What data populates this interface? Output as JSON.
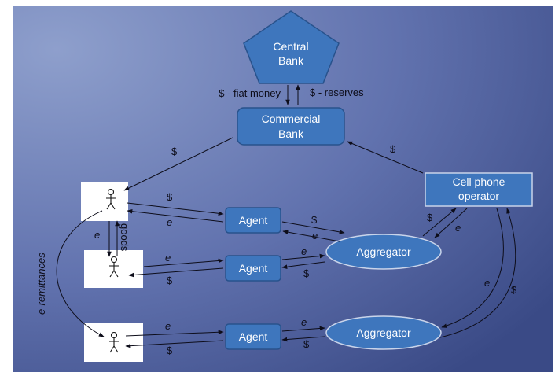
{
  "nodes": {
    "central_bank": [
      "Central",
      "Bank"
    ],
    "commercial_bank": [
      "Commercial",
      "Bank"
    ],
    "cell_operator": [
      "Cell phone",
      "operator"
    ],
    "agent_1": "Agent",
    "agent_2": "Agent",
    "agent_3": "Agent",
    "aggregator_1": "Aggregator",
    "aggregator_2": "Aggregator"
  },
  "edge_labels": {
    "fiat_money": "$ - fiat money",
    "reserves": "$ - reserves",
    "bank_to_person": "$",
    "operator_to_bank": "$",
    "person1_to_agent1": "$",
    "agent1_to_person1": "e",
    "agent1_to_aggregator1": "$",
    "aggregator1_to_agent1": "e",
    "person1_to_person2": "e",
    "goods": "goods",
    "person2_to_agent2": "e",
    "agent2_to_person2": "$",
    "agent2_to_aggregator1": "e",
    "aggregator1_to_agent2": "$",
    "aggregator1_to_operator": "$",
    "operator_to_aggregator1": "e",
    "operator_to_aggregator2": "e",
    "aggregator2_to_operator": "$",
    "person3_to_agent3": "e",
    "agent3_to_person3": "$",
    "agent3_to_aggregator2": "e",
    "aggregator2_to_agent3": "$",
    "e_remittances": "e-remittances"
  },
  "colors": {
    "background_light": "#8e9fcc",
    "background_dark": "#3a4a86",
    "node_fill": "#3e76bd",
    "node_stroke": "#28528c",
    "person_box": "#ffffff",
    "arrow": "#0d0d1a"
  }
}
